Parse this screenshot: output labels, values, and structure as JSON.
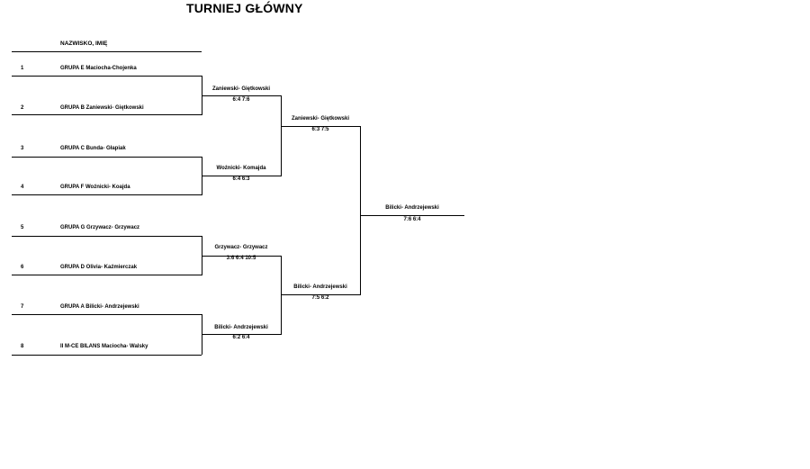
{
  "title": "TURNIEJ GŁÓWNY",
  "header": "NAZWISKO, IMIĘ",
  "entries": [
    {
      "num": "1",
      "label": "GRUPA E   Maciocha-Chojenka"
    },
    {
      "num": "2",
      "label": "GRUPA B  Zaniewski- Giętkowski"
    },
    {
      "num": "3",
      "label": "GRUPA C  Bunda- Głapiak"
    },
    {
      "num": "4",
      "label": "GRUPA F Woźnicki- Koajda"
    },
    {
      "num": "5",
      "label": "GRUPA G  Grzywacz- Grzywacz"
    },
    {
      "num": "6",
      "label": "GRUPA D  Olivia- Kaźmierczak"
    },
    {
      "num": "7",
      "label": "GRUPA A Bilicki- Andrzejewski"
    },
    {
      "num": "8",
      "label": "II M-CE BILANS  Maciocha- Walsky"
    }
  ],
  "round1": [
    {
      "winner": "Zaniewski- Giętkowski",
      "score": "6:4  7:6"
    },
    {
      "winner": "Woźnicki- Komajda",
      "score": "6:4  6:3"
    },
    {
      "winner": "Grzywacz- Grzywacz",
      "score": "3:6  6:4  10:5"
    },
    {
      "winner": "Bilicki- Andrzejewski",
      "score": "6:2  6:4"
    }
  ],
  "round2": [
    {
      "winner": "Zaniewski- Giętkowski",
      "score": "6:3 7:5"
    },
    {
      "winner": "Bilicki- Andrzejewski",
      "score": "7:5 6:2"
    }
  ],
  "final": {
    "winner": "Bilicki- Andrzejewski",
    "score": "7:6 6:4"
  }
}
